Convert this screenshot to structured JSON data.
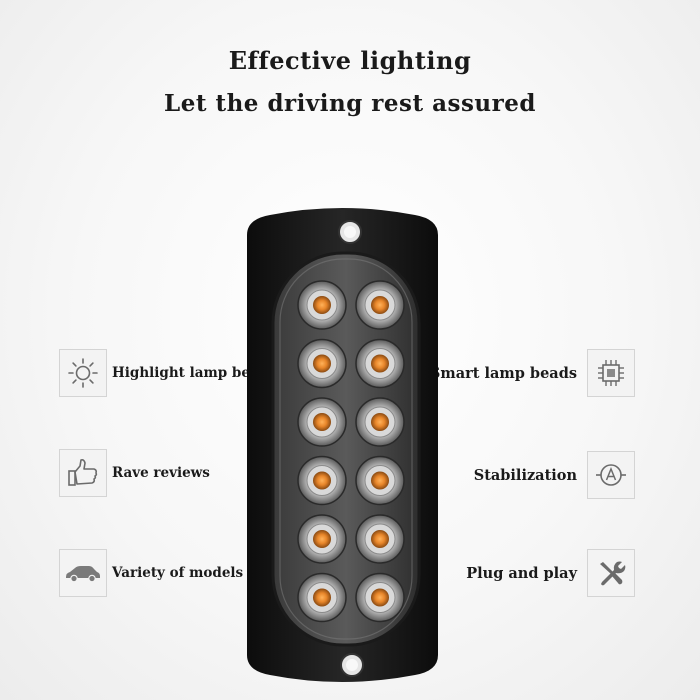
{
  "heading": {
    "line1": "Effective lighting",
    "line2": "Let the driving rest assured"
  },
  "features": {
    "left": [
      {
        "label": "Highlight lamp beads",
        "icon": "sun-icon"
      },
      {
        "label": "Rave reviews",
        "icon": "thumbs-up-icon"
      },
      {
        "label": "Variety of models",
        "icon": "car-icon"
      }
    ],
    "right": [
      {
        "label": "Smart lamp beads",
        "icon": "chip-icon"
      },
      {
        "label": "Stabilization",
        "icon": "circle-a-icon"
      },
      {
        "label": "Plug and play",
        "icon": "tools-icon"
      }
    ]
  },
  "product": {
    "led_rows": 6,
    "led_columns": 2,
    "led_color": "#e8862a",
    "housing_color": "#141414"
  }
}
